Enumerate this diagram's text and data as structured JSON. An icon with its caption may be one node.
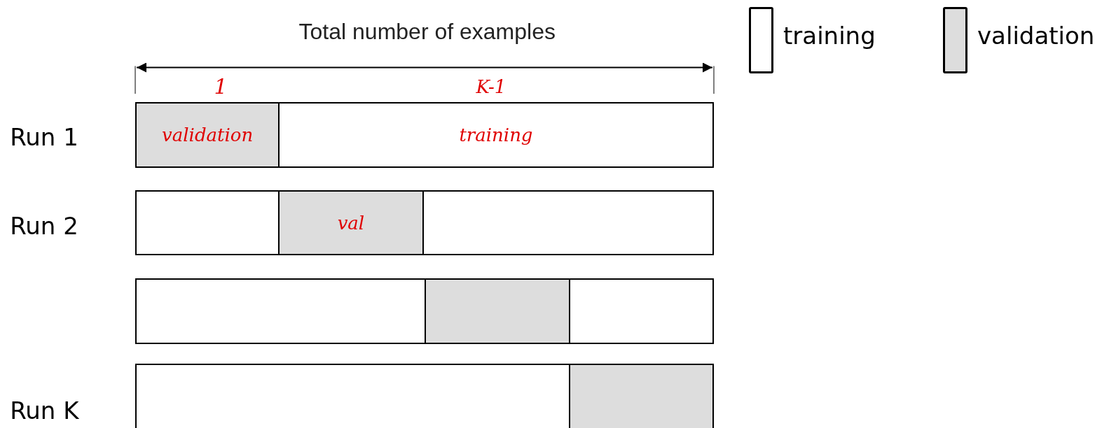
{
  "diagram": {
    "nodes": [
      {
        "text": [
          "validation"
        ]
      },
      {
        "text": [
          "training"
        ]
      },
      {
        "text": [],
        "shape": "box"
      },
      {
        "text": [
          "val"
        ]
      },
      {
        "text": [],
        "shape": "box"
      },
      {
        "text": [],
        "shape": "box"
      },
      {
        "text": [],
        "shape": "box"
      },
      {
        "text": [],
        "shape": "box"
      },
      {
        "text": [],
        "shape": "box"
      },
      {
        "text": [],
        "shape": "box"
      }
    ],
    "labels": [
      "Total number of examples",
      "1",
      "K-1",
      "Run 1",
      "Run 2",
      "Run K"
    ],
    "legend": [
      {
        "text": "training",
        "color": "#ffffff"
      },
      {
        "text": "validation",
        "color": "#dddddd"
      }
    ]
  }
}
